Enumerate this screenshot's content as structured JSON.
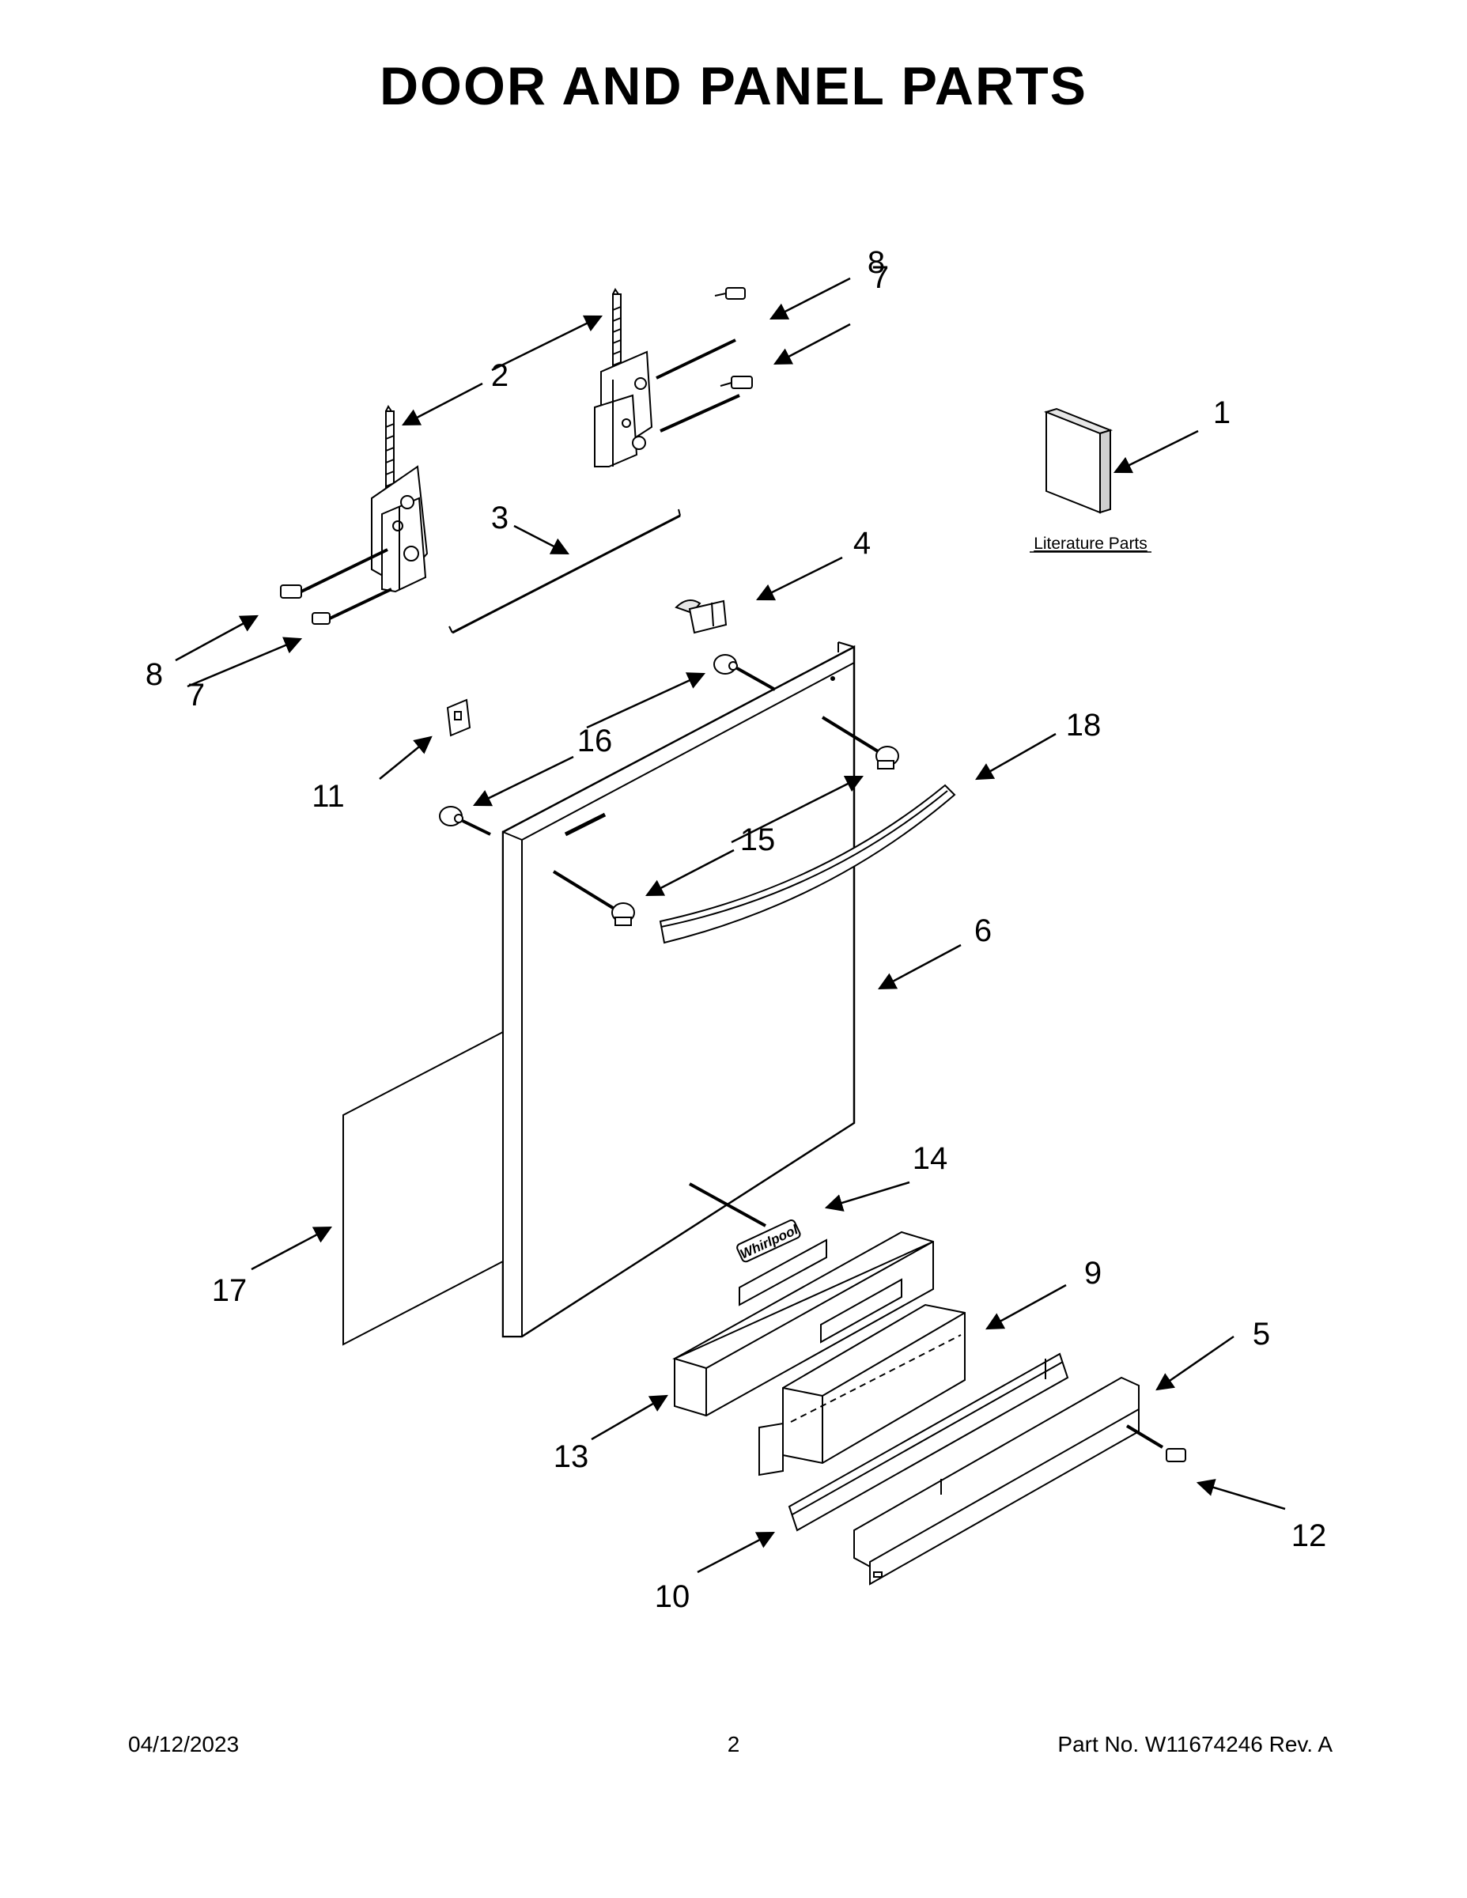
{
  "page_title": "DOOR AND PANEL PARTS",
  "literature_label": "Literature Parts",
  "logo_text": "Whirlpool",
  "callouts": {
    "c1": "1",
    "c2": "2",
    "c3": "3",
    "c4": "4",
    "c5": "5",
    "c6": "6",
    "c7a": "7",
    "c7b": "7",
    "c8a": "8",
    "c8b": "8",
    "c9": "9",
    "c10": "10",
    "c11": "11",
    "c12": "12",
    "c13": "13",
    "c14": "14",
    "c15": "15",
    "c16": "16",
    "c17": "17",
    "c18": "18"
  },
  "footer": {
    "date": "04/12/2023",
    "page_number": "2",
    "part_number": "Part No.  W11674246  Rev.  A"
  }
}
